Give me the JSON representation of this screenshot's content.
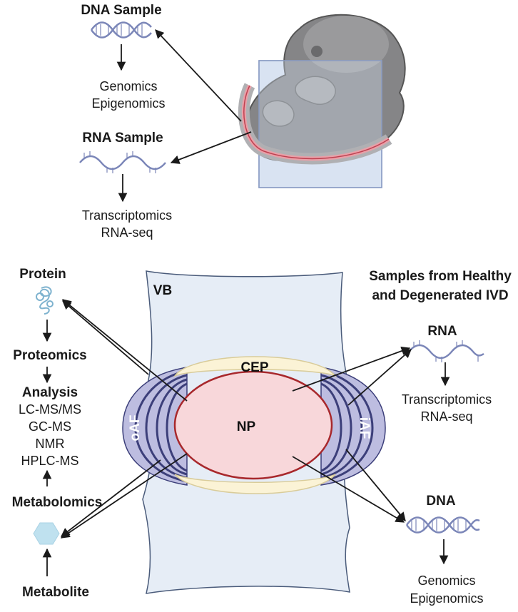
{
  "top": {
    "dna_sample_title": "DNA Sample",
    "dna_outputs": [
      "Genomics",
      "Epigenomics"
    ],
    "rna_sample_title": "RNA Sample",
    "rna_outputs": [
      "Transcriptomics",
      "RNA-seq"
    ]
  },
  "disc": {
    "vb": "VB",
    "cep": "CEP",
    "np": "NP",
    "oaf": "oAF",
    "iaf": "iAF"
  },
  "left": {
    "protein": "Protein",
    "proteomics": "Proteomics",
    "analysis_title": "Analysis",
    "analysis_methods": [
      "LC-MS/MS",
      "GC-MS",
      "NMR",
      "HPLC-MS"
    ],
    "metabolomics": "Metabolomics",
    "metabolite": "Metabolite"
  },
  "right": {
    "samples_title_lines": [
      "Samples from Healthy",
      "and Degenerated IVD"
    ],
    "rna": "RNA",
    "rna_outputs": [
      "Transcriptomics",
      "RNA-seq"
    ],
    "dna": "DNA",
    "dna_outputs": [
      "Genomics",
      "Epigenomics"
    ]
  },
  "colors": {
    "helix": "#7b86b8",
    "disc_np": "#f8d7da",
    "np_border": "#a8282c",
    "cep": "#fbf3d6",
    "af": "#3c3f7a",
    "vb": "#e6edf6",
    "embryo": "#7e7e80",
    "metabolite": "#bfe1ef"
  }
}
